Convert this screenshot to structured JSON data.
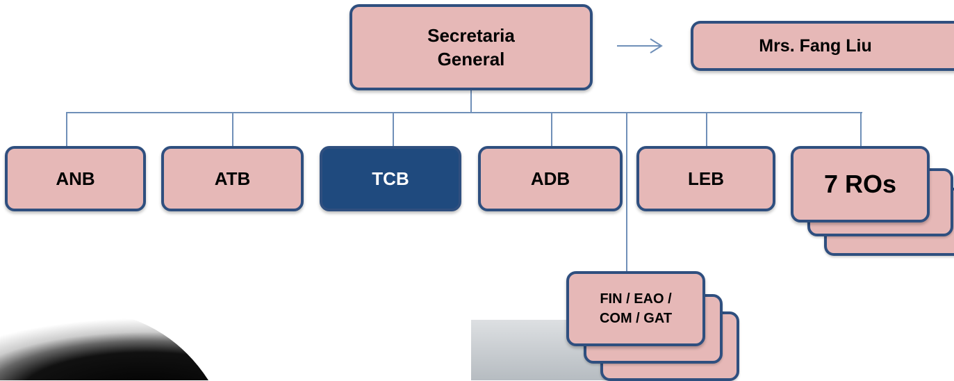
{
  "top": {
    "label": "Secretaria General"
  },
  "assistant": {
    "label": "Mrs. Fang Liu"
  },
  "bureaus": [
    {
      "label": "ANB",
      "highlighted": false
    },
    {
      "label": "ATB",
      "highlighted": false
    },
    {
      "label": "TCB",
      "highlighted": true
    },
    {
      "label": "ADB",
      "highlighted": false
    },
    {
      "label": "LEB",
      "highlighted": false
    },
    {
      "label": "7 ROs",
      "highlighted": false
    }
  ],
  "support": {
    "label": "FIN / EAO / COM / GAT"
  },
  "colors": {
    "box_fill": "#e6b8b7",
    "box_border": "#2f4f7f",
    "highlight_fill": "#1f4a7e",
    "connector": "#6f8fb8"
  }
}
